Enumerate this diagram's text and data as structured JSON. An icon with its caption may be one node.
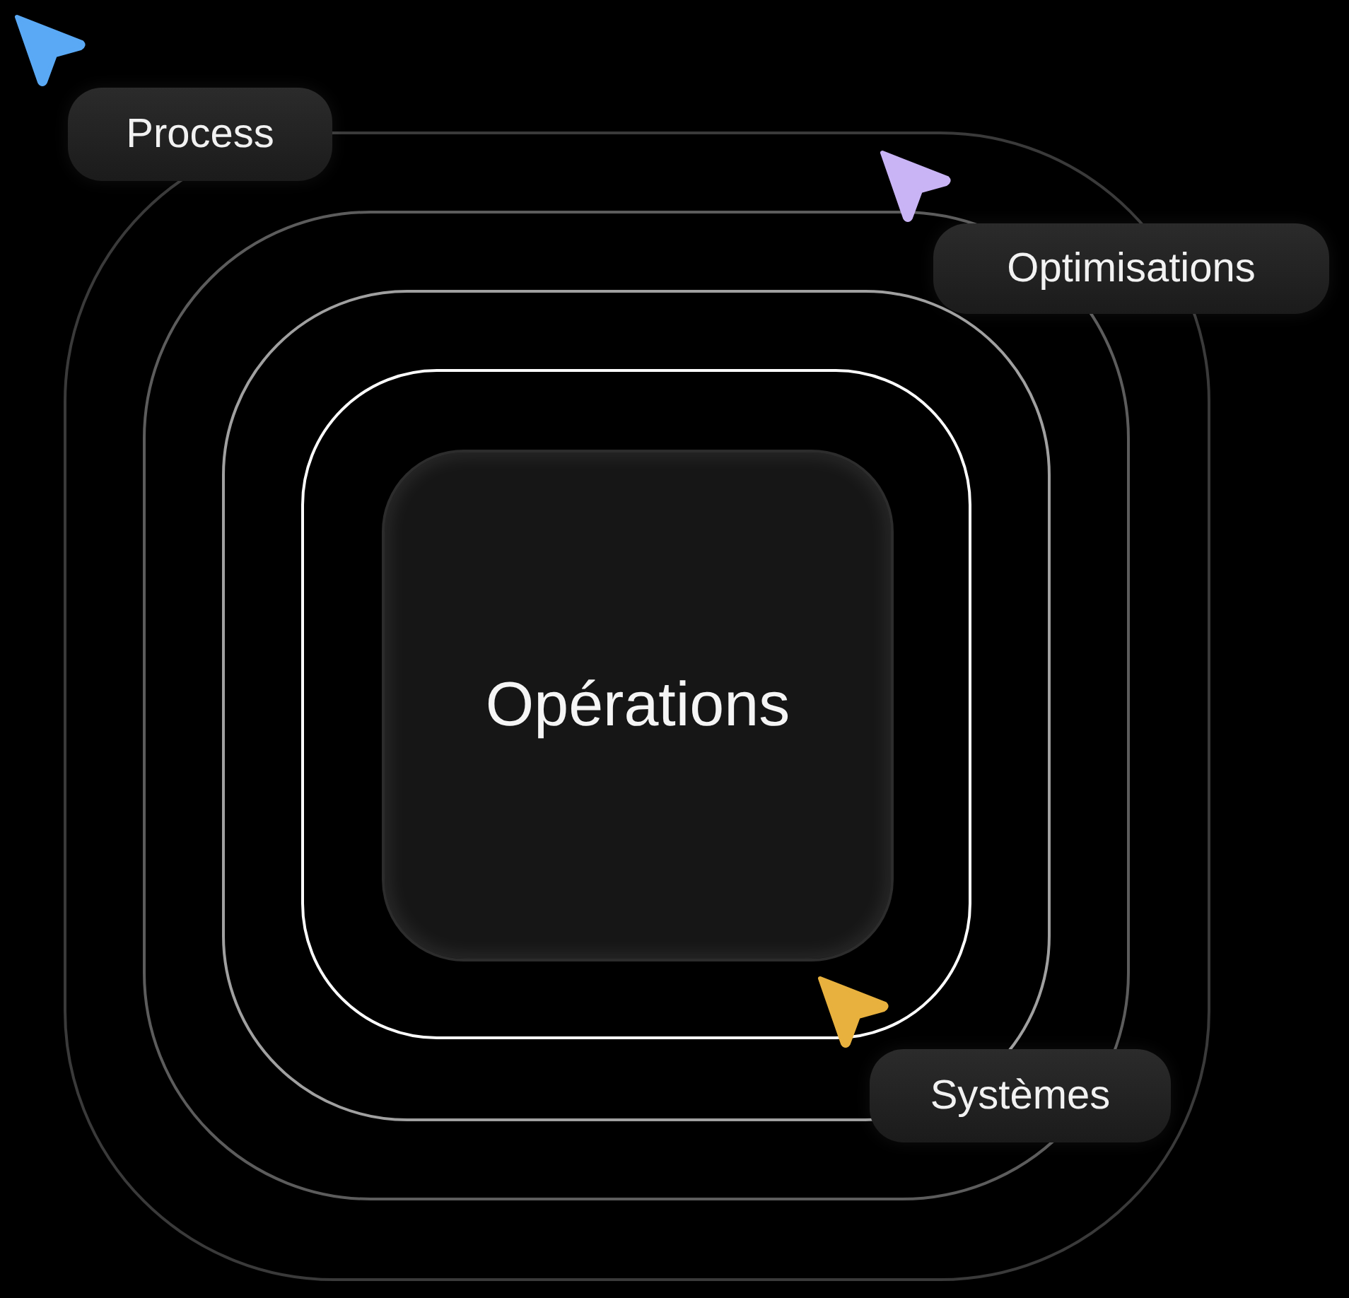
{
  "diagram": {
    "nodes": [
      {
        "text": [
          "Process"
        ]
      },
      {
        "text": [
          "Optimisations"
        ]
      },
      {
        "text": [
          "Opérations"
        ]
      },
      {
        "text": [
          "Systèmes"
        ]
      }
    ]
  }
}
